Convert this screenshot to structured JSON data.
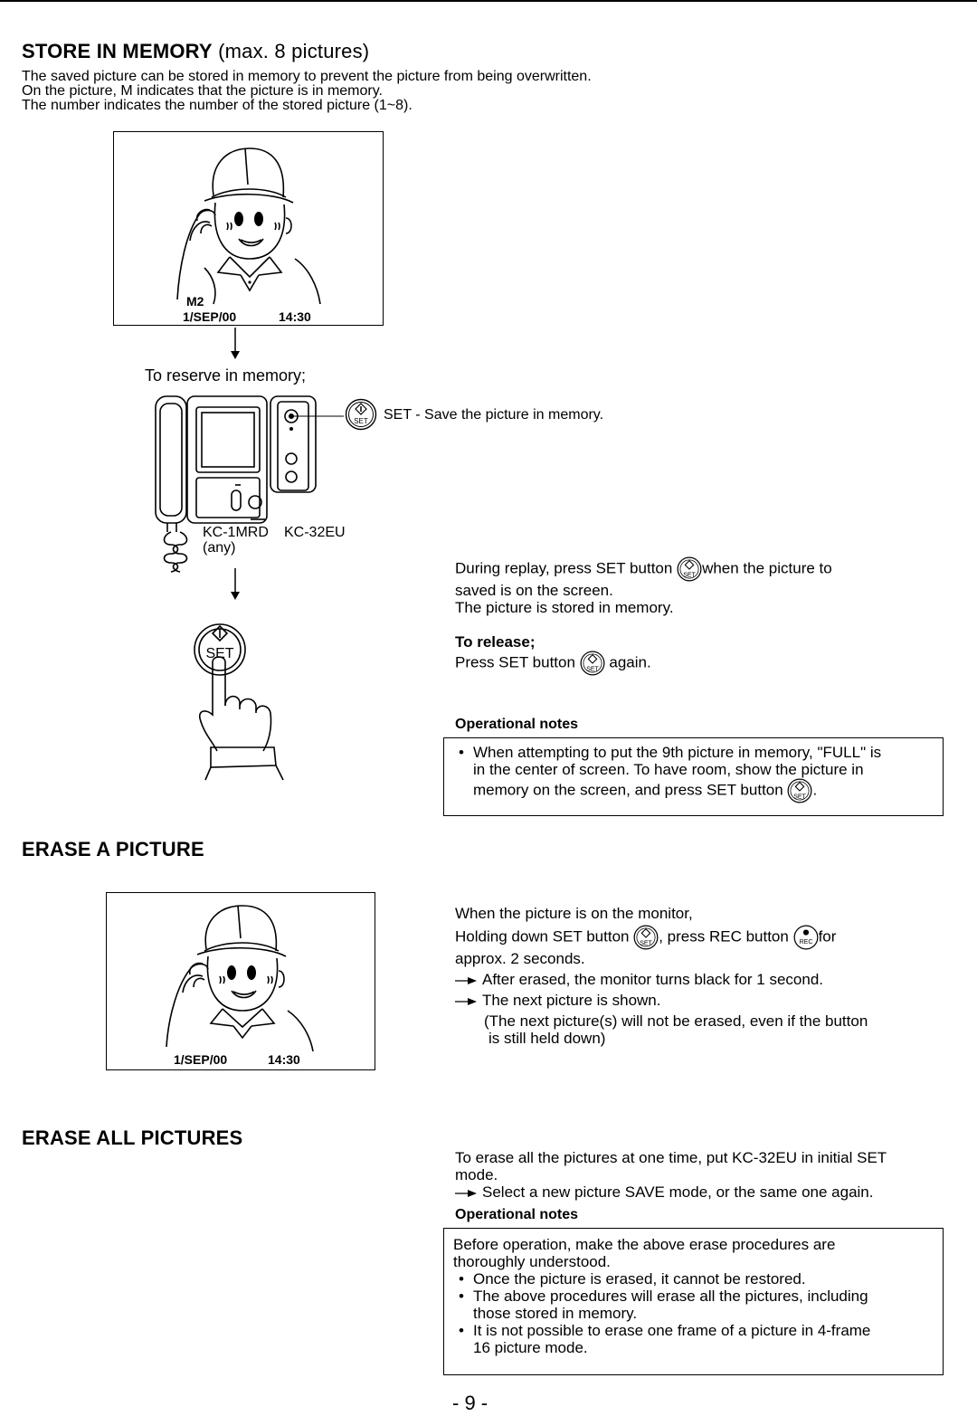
{
  "store": {
    "title": "STORE IN MEMORY",
    "title_suffix": " (max. 8 pictures)",
    "intro": [
      "The saved picture can be stored in memory to prevent the picture from being overwritten.",
      "On the picture, M indicates that the picture is in memory.",
      "The number indicates the number of the stored picture (1~8)."
    ],
    "screen": {
      "memory_mark": "M2",
      "date": "1/SEP/00",
      "time": "14:30"
    },
    "reserve_label": "To reserve in memory;",
    "callout": "SET - Save the picture in memory.",
    "model_1": "KC-1MRD",
    "model_1_sub": "(any)",
    "model_2": "KC-32EU",
    "big_button_label": "SET",
    "replay_text_1": "During replay, press SET button",
    "replay_text_2": "when the picture to",
    "replay_text_3": "saved is on the screen.",
    "replay_text_4": "The picture is stored in memory.",
    "release_title": "To release;",
    "release_text_1": "Press SET button",
    "release_text_2": "again.",
    "notes_title": "Operational notes",
    "notes_line_1": "When attempting to put the 9th picture in memory, \"FULL\" is",
    "notes_line_2": "in the center of screen.  To have room, show the picture in",
    "notes_line_3": "memory on the screen, and press SET button",
    "notes_line_end": "."
  },
  "erase_one": {
    "title": "ERASE A PICTURE",
    "screen": {
      "date": "1/SEP/00",
      "time": "14:30"
    },
    "line_1": "When the picture is on the monitor,",
    "line_2a": "Holding down SET button",
    "line_2b": ", press REC button",
    "line_2c": "for",
    "line_3": "approx. 2 seconds.",
    "step_1": "After erased, the monitor turns black for 1 second.",
    "step_2": "The next picture is shown.",
    "step_3a": "(The next picture(s) will not be erased, even if the button",
    "step_3b": "is still held down)"
  },
  "erase_all": {
    "title": "ERASE ALL PICTURES",
    "line_1": "To erase all the pictures at one time, put KC-32EU in initial  SET",
    "line_2": "mode.",
    "step_1": "Select a new picture SAVE mode, or the same one again.",
    "notes_title": "Operational notes",
    "notes_intro_1": "Before operation, make the above erase procedures are",
    "notes_intro_2": "thoroughly understood.",
    "notes_bullets": [
      {
        "l1": "Once the picture is erased, it cannot be restored.",
        "l2": ""
      },
      {
        "l1": "The above procedures will erase all the pictures, including",
        "l2": "those stored in memory."
      },
      {
        "l1": "It is not possible to erase one frame of a picture in 4-frame",
        "l2": "16 picture mode."
      }
    ]
  },
  "icons": {
    "set_label": "SET",
    "rec_label": "REC"
  },
  "page_number": "- 9 -"
}
